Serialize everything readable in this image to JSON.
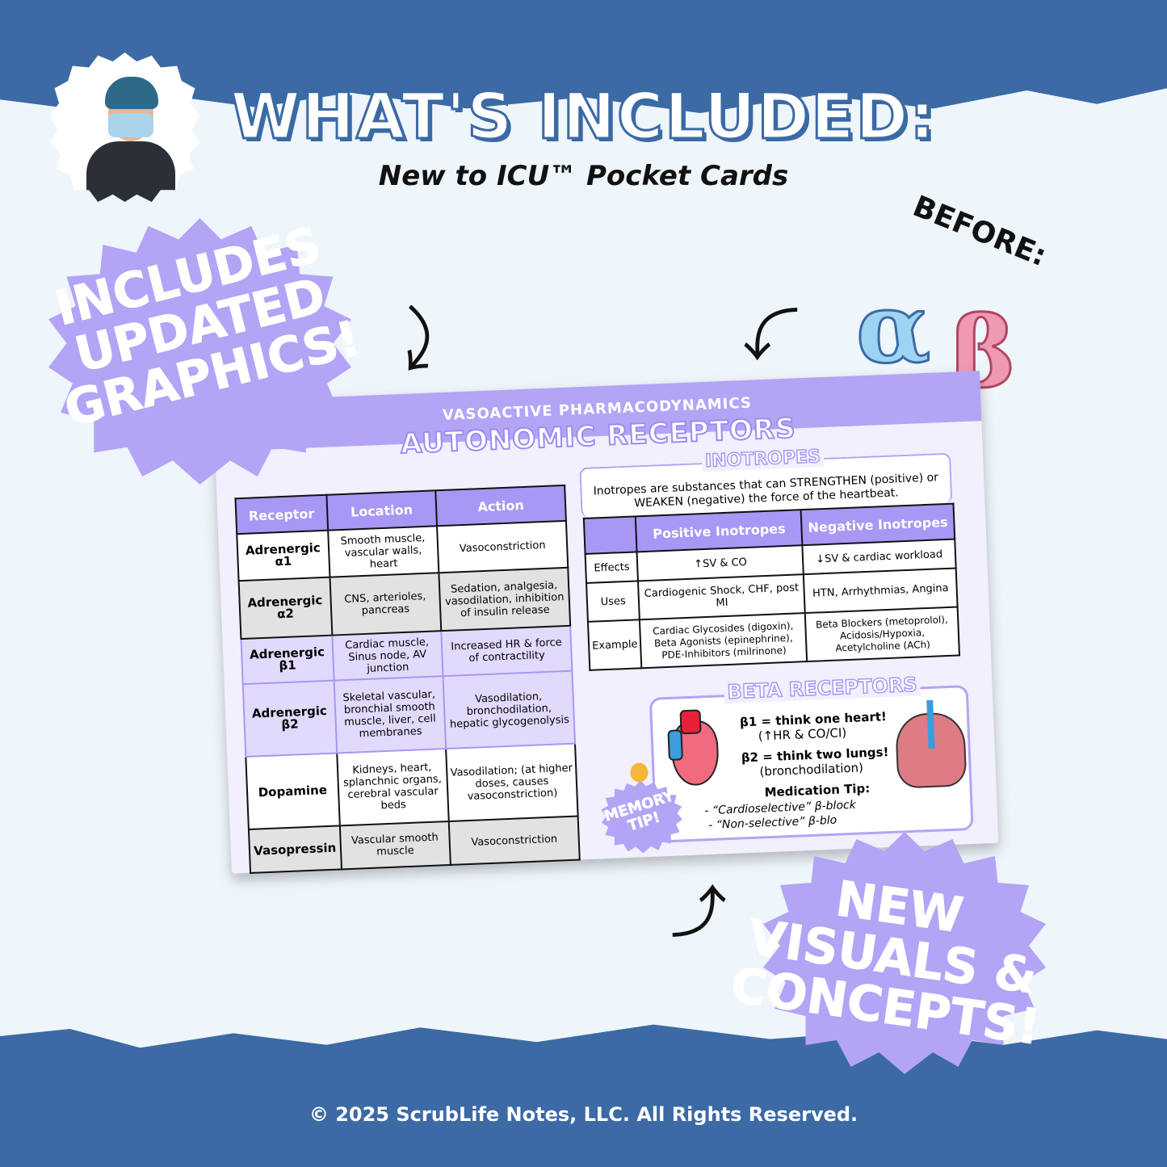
{
  "header": {
    "title": "WHAT'S INCLUDED:",
    "subtitle": "New to ICU™ Pocket Cards"
  },
  "before": {
    "label": "BEFORE:",
    "alpha": "α",
    "beta": "β"
  },
  "bursts": {
    "left": "INCLUDES UPDATED GRAPHICS!",
    "right": "NEW VISUALS & CONCEPTS!",
    "memory": "MEMORY TIP!"
  },
  "card": {
    "kicker": "VASOACTIVE PHARMACODYNAMICS",
    "title": "AUTONOMIC RECEPTORS",
    "receptor_table": {
      "headers": [
        "Receptor",
        "Location",
        "Action"
      ],
      "rows": [
        [
          "Adrenergic α1",
          "Smooth muscle, vascular walls, heart",
          "Vasoconstriction"
        ],
        [
          "Adrenergic α2",
          "CNS, arterioles, pancreas",
          "Sedation, analgesia, vasodilation, inhibition of insulin release"
        ],
        [
          "Adrenergic β1",
          "Cardiac muscle, Sinus node, AV junction",
          "Increased HR & force of contractility"
        ],
        [
          "Adrenergic β2",
          "Skeletal vascular, bronchial smooth muscle, liver, cell membranes",
          "Vasodilation, bronchodilation, hepatic glycogenolysis"
        ],
        [
          "Dopamine",
          "Kidneys, heart, splanchnic organs, cerebral vascular beds",
          "Vasodilation; (at higher doses, causes vasoconstriction)"
        ],
        [
          "Vasopressin",
          "Vascular smooth muscle",
          "Vasoconstriction"
        ]
      ]
    },
    "inotropes": {
      "title": "INOTROPES",
      "description": "Inotropes are substances that can STRENGTHEN (positive) or WEAKEN (negative) the force of the heartbeat.",
      "headers": [
        "",
        "Positive Inotropes",
        "Negative Inotropes"
      ],
      "rows": [
        [
          "Effects",
          "↑SV & CO",
          "↓SV & cardiac workload"
        ],
        [
          "Uses",
          "Cardiogenic Shock, CHF, post MI",
          "HTN, Arrhythmias, Angina"
        ],
        [
          "Example",
          "Cardiac Glycosides (digoxin), Beta Agonists (epinephrine), PDE-Inhibitors (milrinone)",
          "Beta Blockers (metoprolol), Acidosis/Hypoxia, Acetylcholine (ACh)"
        ]
      ]
    },
    "beta_receptors": {
      "title": "BETA RECEPTORS",
      "b1": "β1 = think one heart!",
      "b1_sub": "(↑HR & CO/CI)",
      "b2": "β2 = think two lungs!",
      "b2_sub": "(bronchodilation)",
      "med_tip_title": "Medication Tip:",
      "tip1": "- “Cardioselective” β-block",
      "tip2": "- “Non-selective” β-blo"
    }
  },
  "footer": "© 2025 ScrubLife Notes, LLC. All Rights Reserved."
}
